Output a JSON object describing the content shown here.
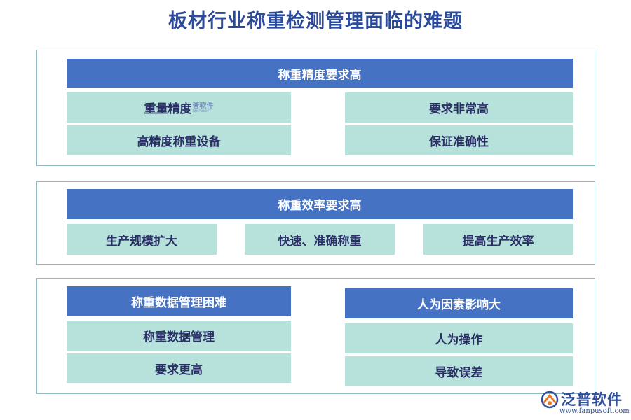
{
  "title": "板材行业称重检测管理面临的难题",
  "section1": {
    "header": "称重精度要求高",
    "left": [
      "重量精度",
      "高精度称重设备"
    ],
    "right": [
      "要求非常高",
      "保证准确性"
    ]
  },
  "section2": {
    "header": "称重效率要求高",
    "items": [
      "生产规模扩大",
      "快速、准确称重",
      "提高生产效率"
    ]
  },
  "section3": {
    "left_header": "称重数据管理困难",
    "left_items": [
      "称重数据管理",
      "要求更高"
    ],
    "right_header": "人为因素影响大",
    "right_items": [
      "人为操作",
      "导致误差"
    ]
  },
  "watermark": {
    "text": "普软件",
    "sub": "FANPUSOFT"
  },
  "logo": {
    "name": "泛普软件",
    "url": "www.fanpusoft.com"
  },
  "colors": {
    "header": "#4672c4",
    "cell": "#b7e2dc",
    "title": "#2b4b9a",
    "border": "#8fb9c2"
  }
}
